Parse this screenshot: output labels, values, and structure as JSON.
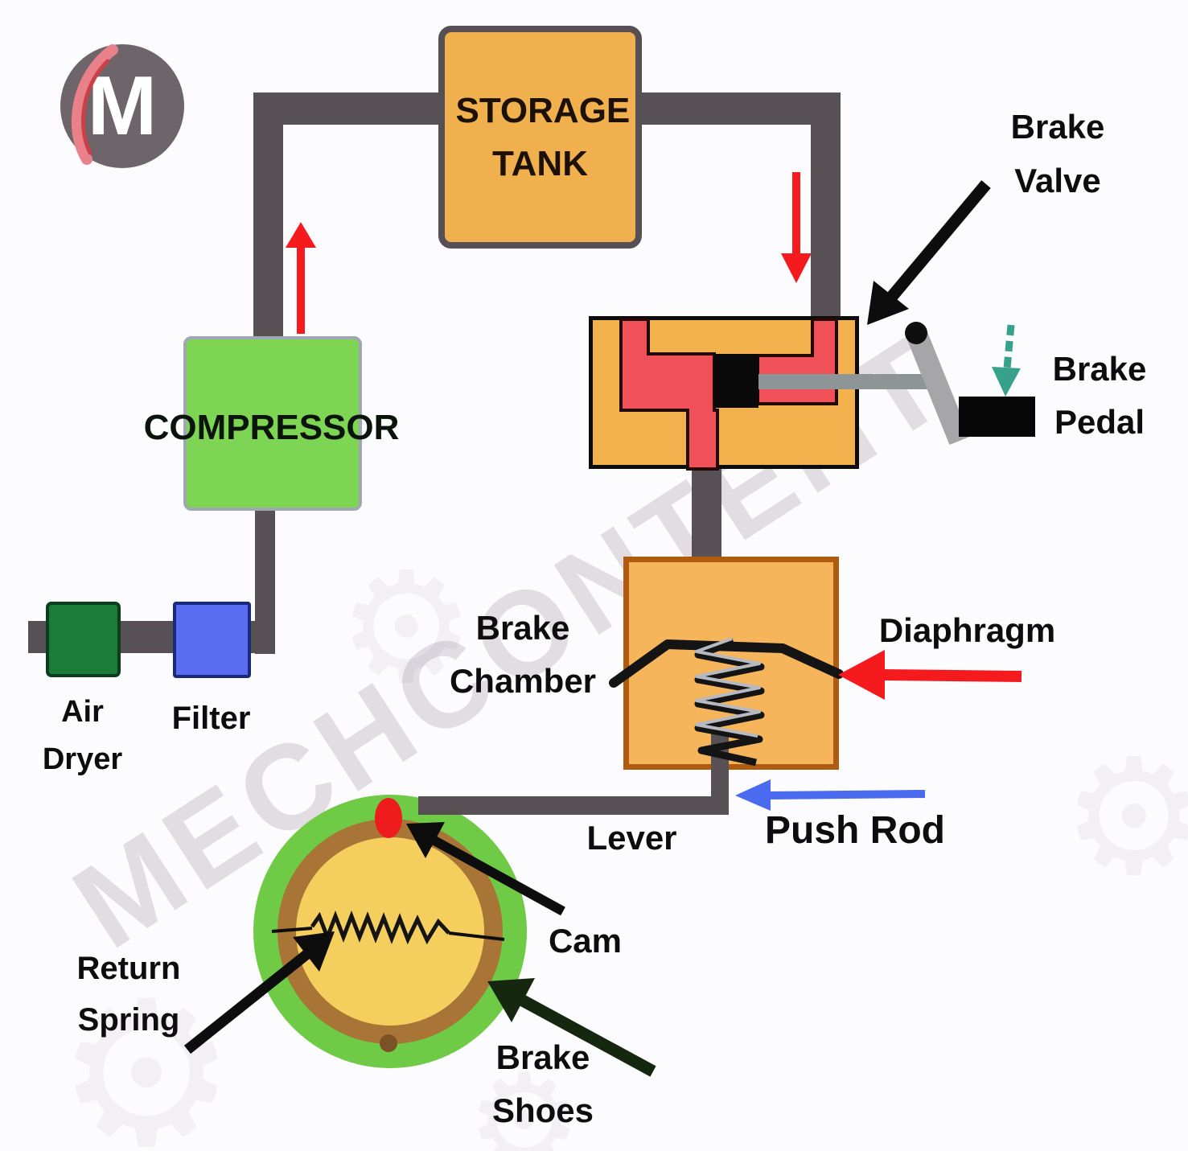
{
  "watermark": "MECHCONTENT",
  "logo": {
    "letter": "M"
  },
  "labels": {
    "storage_tank": "STORAGE TANK",
    "compressor": "COMPRESSOR",
    "air_dryer": "Air Dryer",
    "filter": "Filter",
    "brake_valve": "Brake Valve",
    "brake_pedal": "Brake Pedal",
    "brake_chamber": "Brake Chamber",
    "diaphragm": "Diaphragm",
    "push_rod": "Push Rod",
    "lever": "Lever",
    "cam": "Cam",
    "return_spring": "Return Spring",
    "brake_shoes": "Brake Shoes"
  },
  "icons": {
    "flow_arrows": "red-flow-arrow",
    "pointer_arrows": "black-pointer-arrow",
    "gear_watermark": "gear-icon"
  },
  "colors": {
    "pipe_gray": "#575055",
    "tank_fill": "#f1b04e",
    "tank_border": "#564f55",
    "compressor_fill": "#7ed453",
    "air_dryer_fill": "#1a7c38",
    "filter_fill": "#5a6cf2",
    "valve_fill": "#f2b14d",
    "valve_channel_red": "#f05058",
    "chamber_fill": "#f6b55b",
    "chamber_border": "#b05c10",
    "wheel_green": "#6fca45",
    "wheel_brown": "#a87536",
    "wheel_yellow": "#f5cf5e",
    "cam_red": "#ee1c1c",
    "flow_arrow_red": "#f41a1e",
    "push_rod_arrow_blue": "#4a6af0",
    "pedal_arrow_teal": "#38a18c",
    "pointer_black": "#0d0d0d",
    "brake_shoes_arrow": "#16270f",
    "metal_gray": "#8e9597",
    "lever_gray": "#a6a6a8"
  }
}
